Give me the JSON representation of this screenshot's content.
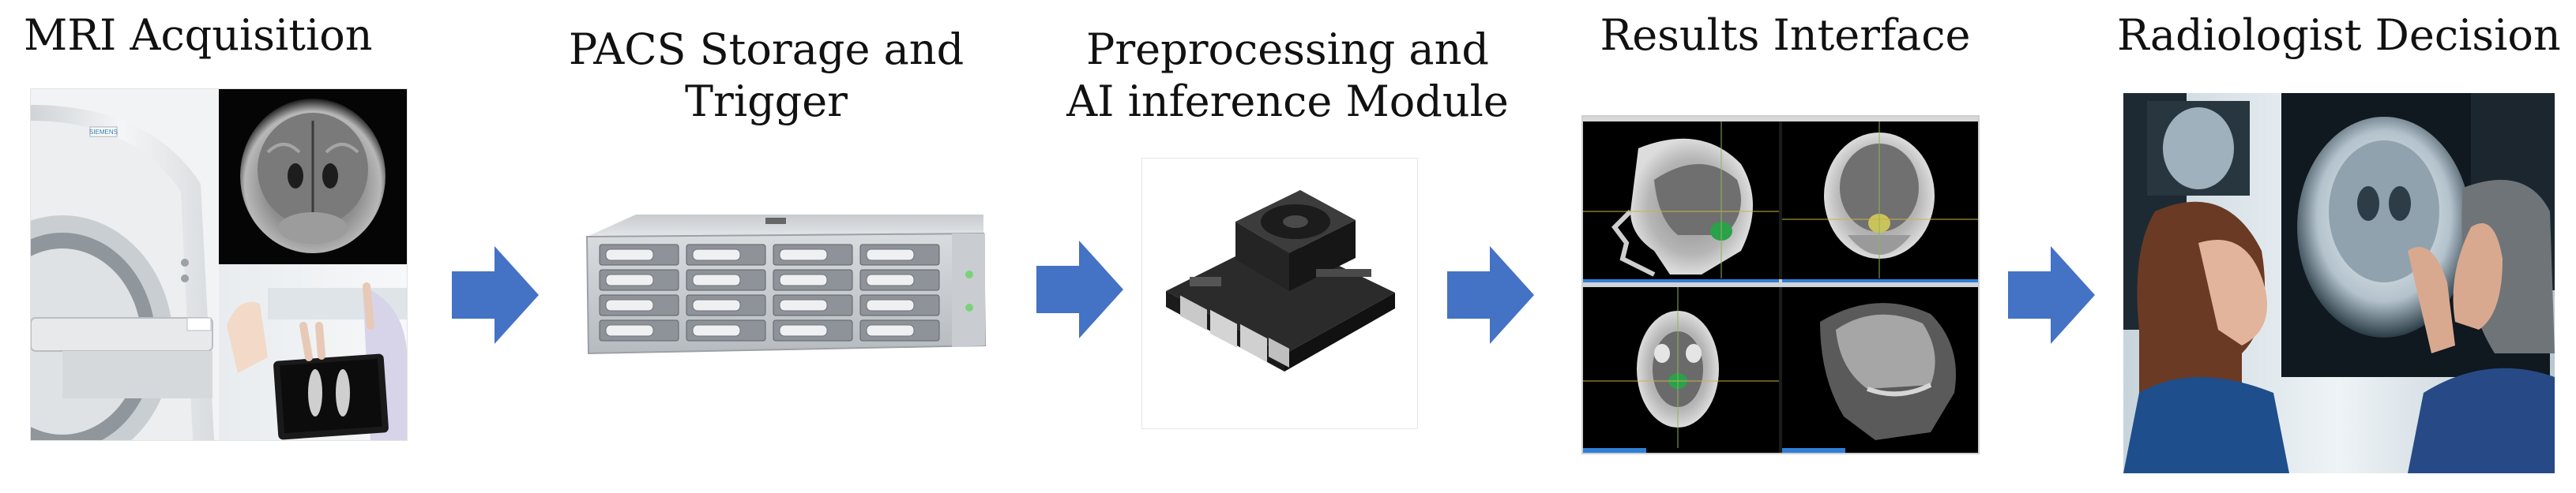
{
  "stages": [
    {
      "title_lines": [
        "MRI Acquisition"
      ]
    },
    {
      "title_lines": [
        "PACS Storage and",
        "Trigger"
      ]
    },
    {
      "title_lines": [
        "Preprocessing and",
        "AI inference Module"
      ]
    },
    {
      "title_lines": [
        "Results Interface"
      ]
    },
    {
      "title_lines": [
        "Radiologist Decision"
      ]
    }
  ],
  "scanner_brand": "SIEMENS",
  "colors": {
    "arrow": "#4472C4",
    "text": "#111111",
    "viewer_bg": "#000000",
    "viewer_bar": "#2f7fd6"
  }
}
